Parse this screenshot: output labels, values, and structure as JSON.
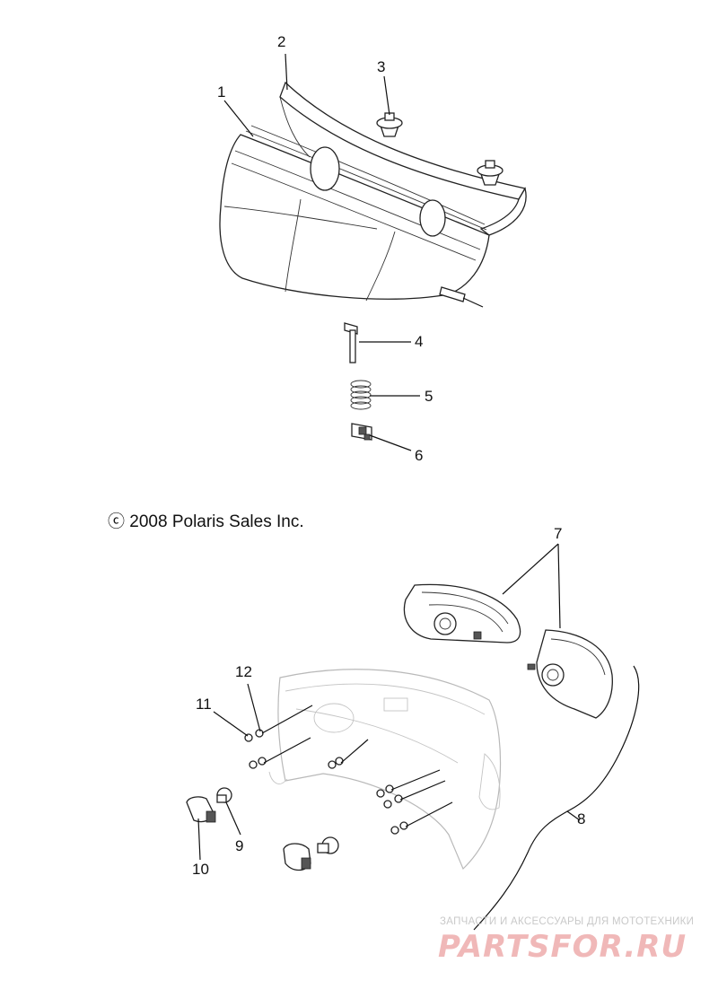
{
  "copyright": "ⓒ 2008 Polaris Sales Inc.",
  "callouts": {
    "c1": "1",
    "c2": "2",
    "c3": "3",
    "c4": "4",
    "c5": "5",
    "c6": "6",
    "c7": "7",
    "c8": "8",
    "c9": "9",
    "c10": "10",
    "c11": "11",
    "c12": "12"
  },
  "watermark": {
    "tagline": "ЗАПЧАСТИ И АКСЕССУАРЫ ДЛЯ МОТОТЕХНИКИ",
    "brand": "PARTSFOR.RU",
    "color": "#f0b8b8"
  }
}
